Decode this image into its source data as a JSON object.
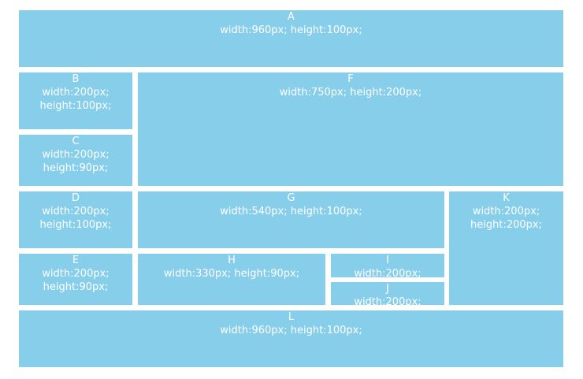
{
  "fill_color": "#87ceeb",
  "boxes": {
    "A": {
      "label": "A",
      "text": "width:960px; height:100px;"
    },
    "B": {
      "label": "B",
      "text": "width:200px; height:100px;"
    },
    "C": {
      "label": "C",
      "text": "width:200px; height:90px;"
    },
    "D": {
      "label": "D",
      "text": "width:200px; height:100px;"
    },
    "E": {
      "label": "E",
      "text": "width:200px; height:90px;"
    },
    "F": {
      "label": "F",
      "text": "width:750px; height:200px;"
    },
    "G": {
      "label": "G",
      "text": "width:540px; height:100px;"
    },
    "H": {
      "label": "H",
      "text": "width:330px; height:90px;"
    },
    "I": {
      "label": "I",
      "text": "width:200px;"
    },
    "J": {
      "label": "J",
      "text": "width:200px;"
    },
    "K": {
      "label": "K",
      "text": "width:200px; height:200px;"
    },
    "L": {
      "label": "L",
      "text": "width:960px; height:100px;"
    }
  }
}
